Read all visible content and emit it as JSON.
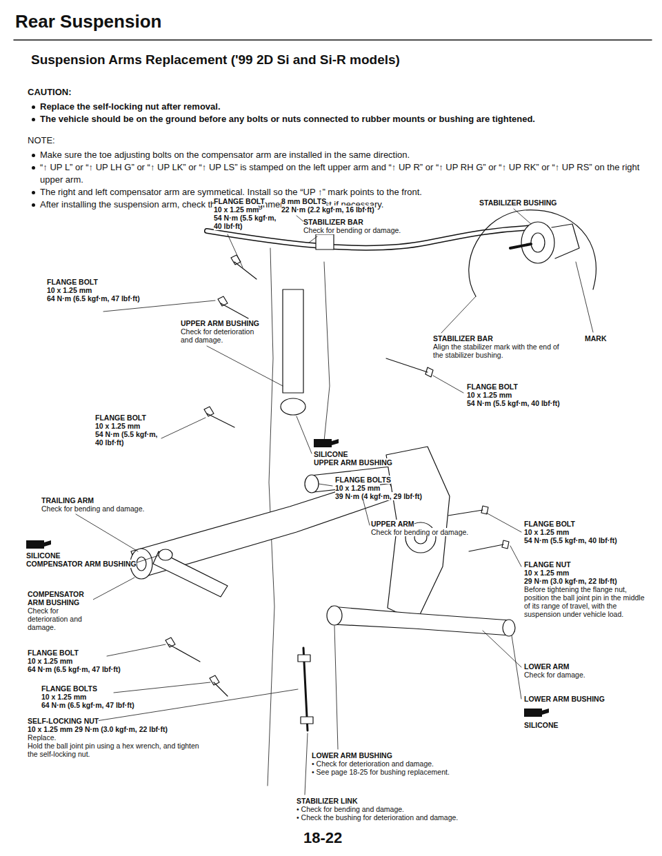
{
  "diagram": {
    "title": "Rear Suspension",
    "labels": [
      "Suspension Arms Replacement ('99 2D Si and Si-R models)",
      "CAUTION:",
      "Replace the self-locking nut after removal.",
      "The vehicle should be on the ground before any bolts or nuts connected to rubber mounts or bushing are tightened.",
      "NOTE:",
      "Make sure the toe adjusting bolts on the compensator arm are installed in the same direction.",
      "“↑ UP L” or “↑ UP LH G” or “↑ UP LK” or “↑ UP LS” is stamped on the left upper arm and “↑ UP R” or “↑ UP RH G” or “↑ UP RK” or “↑ UP RS” on the right upper arm.",
      "The right and left compensator arm are symmetical. Install so the “UP ↑” mark points to the front.",
      "After installing the suspension arm, check the wheel alignment and adjust if necessary.",
      "FLANGE BOLT",
      "10 x 1.25 mm",
      "54 N·m (5.5 kgf·m, 40 lbf·ft)",
      "8 mm BOLTS",
      "22 N·m (2.2 kgf·m, 16 lbf·ft)",
      "STABILIZER BUSHING",
      "STABILIZER BAR",
      "Check for bending or damage.",
      "FLANGE BOLT",
      "10 x 1.25 mm",
      "64 N·m (6.5 kgf·m, 47 lbf·ft)",
      "UPPER ARM BUSHING",
      "Check for deterioration and damage.",
      "STABILIZER BAR",
      "MARK",
      "Align the stabilizer mark with the end of the stabilizer bushing.",
      "FLANGE BOLT",
      "10 x 1.25 mm",
      "54 N·m (5.5 kgf·m, 40 lbf·ft)",
      "FLANGE BOLT",
      "10 x 1.25 mm",
      "54 N·m (5.5 kgf·m, 40 lbf·ft)",
      "SILICONE",
      "UPPER ARM BUSHING",
      "FLANGE BOLTS",
      "10 x 1.25 mm",
      "39 N·m (4 kgf·m, 29 lbf·ft)",
      "TRAILING ARM",
      "Check for bending and damage.",
      "UPPER ARM",
      "Check for bending or damage.",
      "FLANGE BOLT",
      "10 x 1.25 mm",
      "54 N·m (5.5 kgf·m, 40 lbf·ft)",
      "SILICONE",
      "COMPENSATOR ARM BUSHING",
      "FLANGE NUT",
      "10 x 1.25 mm",
      "29 N·m (3.0 kgf·m, 22 lbf·ft)",
      "Before tightening the flange nut, position the ball joint pin in the middle of its range of travel, with the suspension under vehicle load.",
      "COMPENSATOR ARM BUSHING",
      "Check for deterioration and damage.",
      "FLANGE BOLT",
      "10 x 1.25 mm",
      "64 N·m (6.5 kgf·m, 47 lbf·ft)",
      "LOWER ARM",
      "Check for damage.",
      "FLANGE BOLTS",
      "10 x 1.25 mm",
      "64 N·m (6.5 kgf·m, 47 lbf·ft)",
      "LOWER ARM BUSHING",
      "SILICONE",
      "SELF-LOCKING NUT",
      "10 x 1.25 mm 29 N·m (3.0 kgf·m, 22 lbf·ft)",
      "Replace.",
      "Hold the ball joint pin using a hex wrench, and tighten the self-locking nut.",
      "LOWER ARM BUSHING",
      "• Check for deterioration and damage.",
      "• See page 18-25 for bushing replacement.",
      "STABILIZER LINK",
      "• Check for bending and damage.",
      "• Check the bushing for deterioration and damage.",
      "18-22"
    ]
  }
}
